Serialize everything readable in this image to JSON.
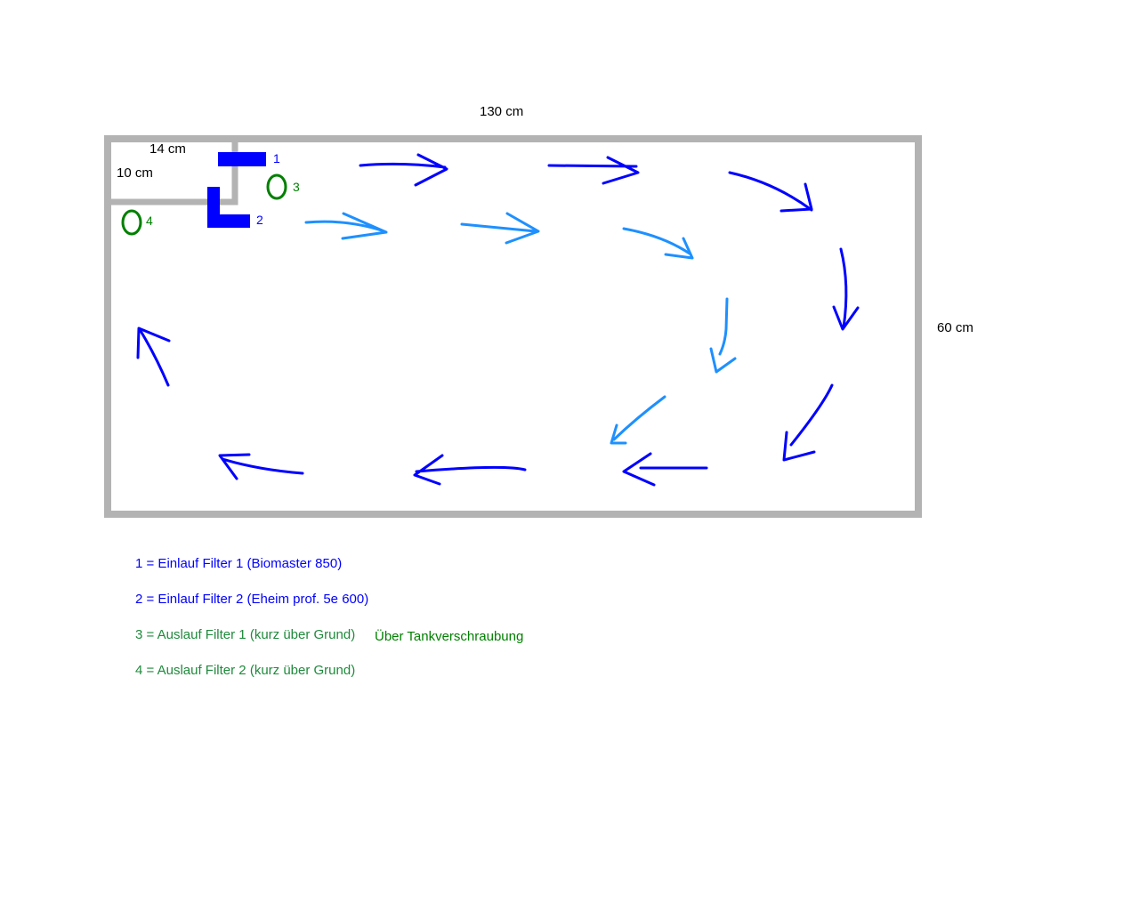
{
  "dimensions": {
    "width": "130 cm",
    "height": "60 cm",
    "compartment_width": "14 cm",
    "compartment_height": "10 cm"
  },
  "markers": {
    "m1": "1",
    "m2": "2",
    "m3": "3",
    "m4": "4"
  },
  "legend": [
    "1 = Einlauf Filter 1 (Biomaster 850)",
    "2 = Einlauf Filter 2 (Eheim prof. 5e 600)",
    "3 = Auslauf Filter 1 (kurz über Grund)",
    "4 = Auslauf Filter 2 (kurz über Grund)"
  ],
  "legend_note": "Über Tankverschraubung",
  "colors": {
    "tank": "#b3b3b3",
    "inlet": "#0000ff",
    "outlet": "#008000",
    "flow_dark": "#0000ff",
    "flow_light": "#1e90ff",
    "legend_green": "#1f8a3c"
  }
}
